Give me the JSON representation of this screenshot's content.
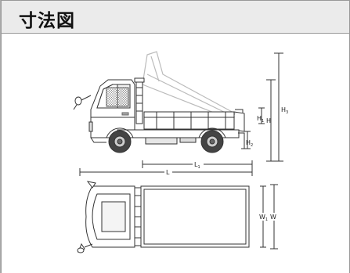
{
  "header": {
    "title": "寸法図"
  },
  "dimensions": {
    "H3": {
      "main": "H",
      "sub": "3"
    },
    "H": {
      "main": "H",
      "sub": ""
    },
    "H1": {
      "main": "H",
      "sub": "1"
    },
    "H2": {
      "main": "H",
      "sub": "2"
    },
    "L": {
      "main": "L",
      "sub": ""
    },
    "L1": {
      "main": "L",
      "sub": "1"
    },
    "W": {
      "main": "W",
      "sub": ""
    },
    "W1": {
      "main": "W",
      "sub": "1"
    }
  },
  "colors": {
    "line": "#333333",
    "ghost": "#bbbbbb",
    "header_bg": "#ebebeb"
  }
}
